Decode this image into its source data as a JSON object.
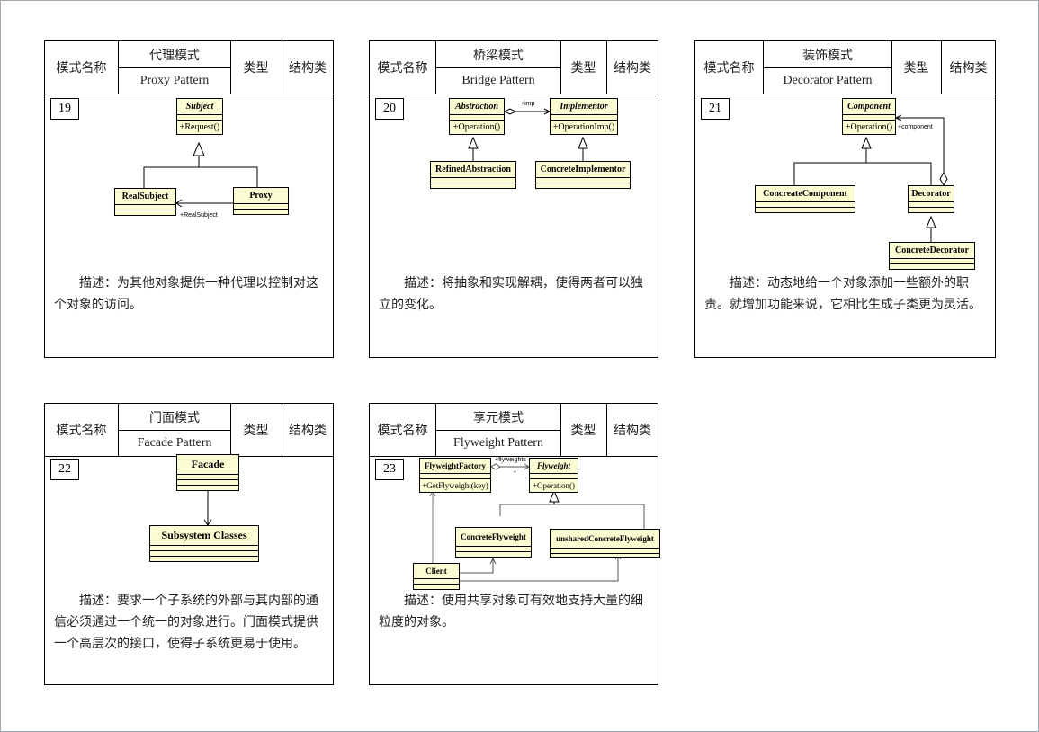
{
  "header_labels": {
    "mode_name": "模式名称",
    "type": "类型",
    "type_value": "结构类"
  },
  "cards": [
    {
      "number": "19",
      "name_cn": "代理模式",
      "name_en": "Proxy Pattern",
      "desc": "描述：为其他对象提供一种代理以控制对这个对象的访问。",
      "classes": {
        "subject": "Subject",
        "subject_op": "+Request()",
        "real": "RealSubject",
        "proxy": "Proxy"
      },
      "labels": {
        "assoc": "+RealSubject"
      }
    },
    {
      "number": "20",
      "name_cn": "桥梁模式",
      "name_en": "Bridge Pattern",
      "desc": "描述：将抽象和实现解耦，使得两者可以独立的变化。",
      "classes": {
        "abstraction": "Abstraction",
        "abstraction_op": "+Operation()",
        "implementor": "Implementor",
        "implementor_op": "+OperationImp()",
        "refined": "RefinedAbstraction",
        "concrete": "ConcreteImplementor"
      },
      "labels": {
        "assoc": "+imp"
      }
    },
    {
      "number": "21",
      "name_cn": "装饰模式",
      "name_en": "Decorator Pattern",
      "desc": "描述：动态地给一个对象添加一些额外的职责。就增加功能来说，它相比生成子类更为灵活。",
      "classes": {
        "component": "Component",
        "component_op": "+Operation()",
        "concrete_component": "ConcreateComponent",
        "decorator": "Decorator",
        "concrete_decorator": "ConcreteDecorator"
      },
      "labels": {
        "assoc": "+component"
      }
    },
    {
      "number": "22",
      "name_cn": "门面模式",
      "name_en": "Facade Pattern",
      "desc": "描述：要求一个子系统的外部与其内部的通信必须通过一个统一的对象进行。门面模式提供一个高层次的接口，使得子系统更易于使用。",
      "classes": {
        "facade": "Facade",
        "subsystem": "Subsystem Classes"
      }
    },
    {
      "number": "23",
      "name_cn": "享元模式",
      "name_en": "Flyweight Pattern",
      "desc": "描述：使用共享对象可有效地支持大量的细粒度的对象。",
      "classes": {
        "factory": "FlyweightFactory",
        "factory_op": "+GetFlyweight(key)",
        "flyweight": "Flyweight",
        "flyweight_op": "+Operation()",
        "concrete": "ConcreteFlyweight",
        "unshared": "unsharedConcreteFlyweight",
        "client": "Client"
      },
      "labels": {
        "assoc": "+flyweights",
        "mult": "*"
      }
    }
  ]
}
